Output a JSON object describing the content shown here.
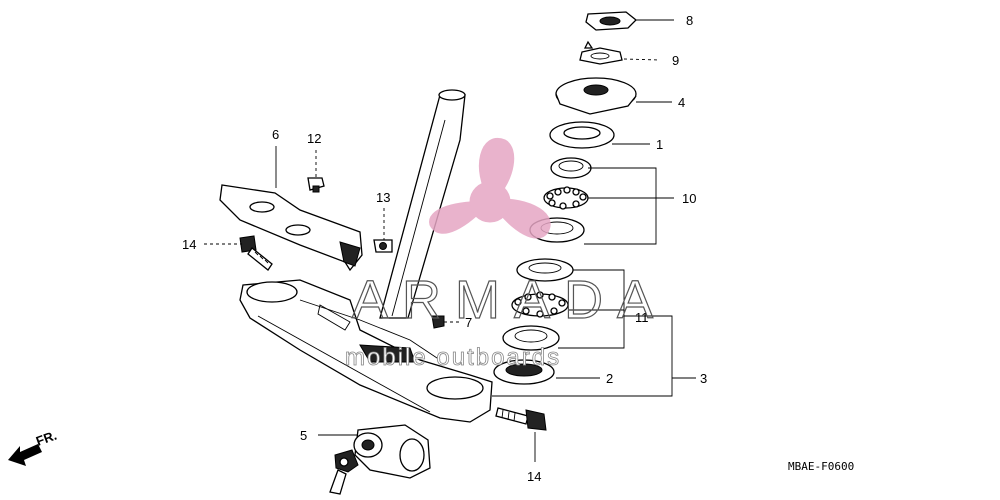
{
  "callouts": {
    "c1": "1",
    "c2": "2",
    "c3": "3",
    "c4": "4",
    "c5": "5",
    "c6": "6",
    "c7": "7",
    "c8": "8",
    "c9": "9",
    "c10": "10",
    "c11": "11",
    "c12": "12",
    "c13": "13",
    "c14a": "14",
    "c14b": "14"
  },
  "front_marker": "FR.",
  "diagram_code": "MBAE-F0600",
  "watermark": {
    "brand": "ARMADA",
    "tagline": "mobile outboards",
    "logo_color": "#e6a6c4"
  }
}
